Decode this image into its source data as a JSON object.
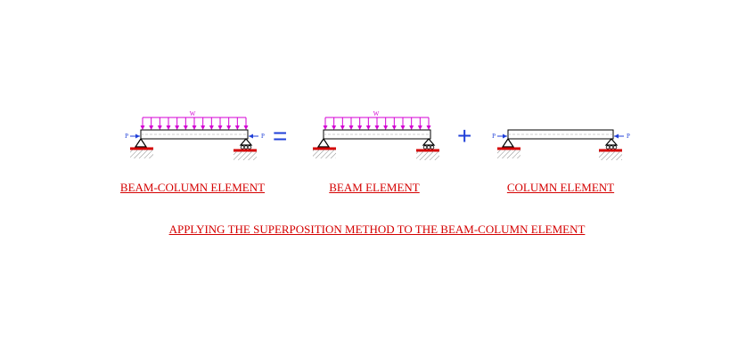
{
  "colors": {
    "label": "#d40000",
    "operator": "#1f3fd8",
    "load": "#d400d4",
    "beam": "#000000",
    "support_base": "#d40000",
    "axial_arrow": "#1f3fd8"
  },
  "diagrams": [
    {
      "id": "beam-column",
      "load_symbol": "W",
      "axial_left": "P",
      "axial_right": "P",
      "label": "BEAM-COLUMN ELEMENT"
    },
    {
      "id": "beam",
      "load_symbol": "W",
      "label": "BEAM ELEMENT"
    },
    {
      "id": "column",
      "axial_left": "P",
      "axial_right": "P",
      "label": "COLUMN ELEMENT"
    }
  ],
  "operators": {
    "equals": "=",
    "plus": "+"
  },
  "caption": "APPLYING THE SUPERPOSITION METHOD TO THE BEAM-COLUMN ELEMENT"
}
